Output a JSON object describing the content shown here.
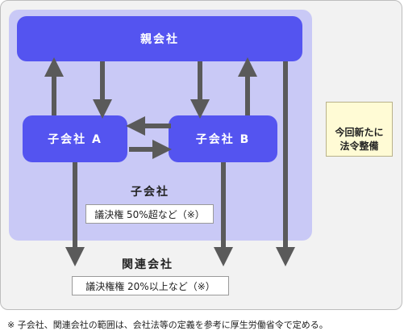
{
  "diagram": {
    "parent_label": "親会社",
    "child_a_label": "子会社 A",
    "child_b_label": "子会社 B",
    "subsidiary_group_label": "子会社",
    "subsidiary_note": "議決権 50%超など（※）",
    "affiliate_label": "関連会社",
    "affiliate_note": "議決権権 20%以上など（※）"
  },
  "legend": {
    "line1": "今回新たに",
    "line2": "法令整備"
  },
  "footnote": "※ 子会社、関連会社の範囲は、会社法等の定義を参考に厚生労働省令で定める。",
  "colors": {
    "node_fill": "#5454f0",
    "group_fill": "#c9c9f6",
    "arrow_gray": "#5a5a5a",
    "legend_fill": "#fffbd5"
  }
}
